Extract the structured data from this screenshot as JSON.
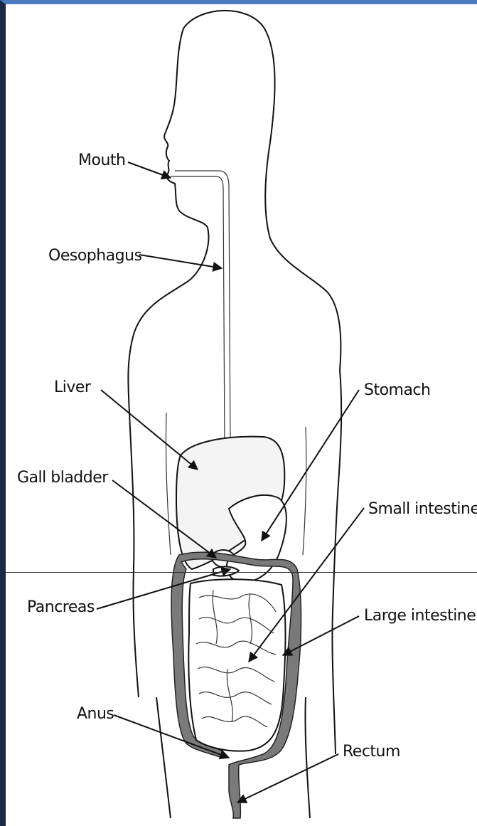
{
  "labels": {
    "mouth": "Mouth",
    "oesophagus": "Oesophagus",
    "liver": "Liver",
    "stomach": "Stomach",
    "gall_bladder": "Gall bladder",
    "small_intestine": "Small intestine",
    "pancreas": "Pancreas",
    "large_intestine": "Large intestine",
    "anus": "Anus",
    "rectum": "Rectum"
  },
  "colors": {
    "frame_top": "#4a7bc0",
    "frame_left": "#1b2a44",
    "large_intestine_fill": "#7a7a7a"
  }
}
